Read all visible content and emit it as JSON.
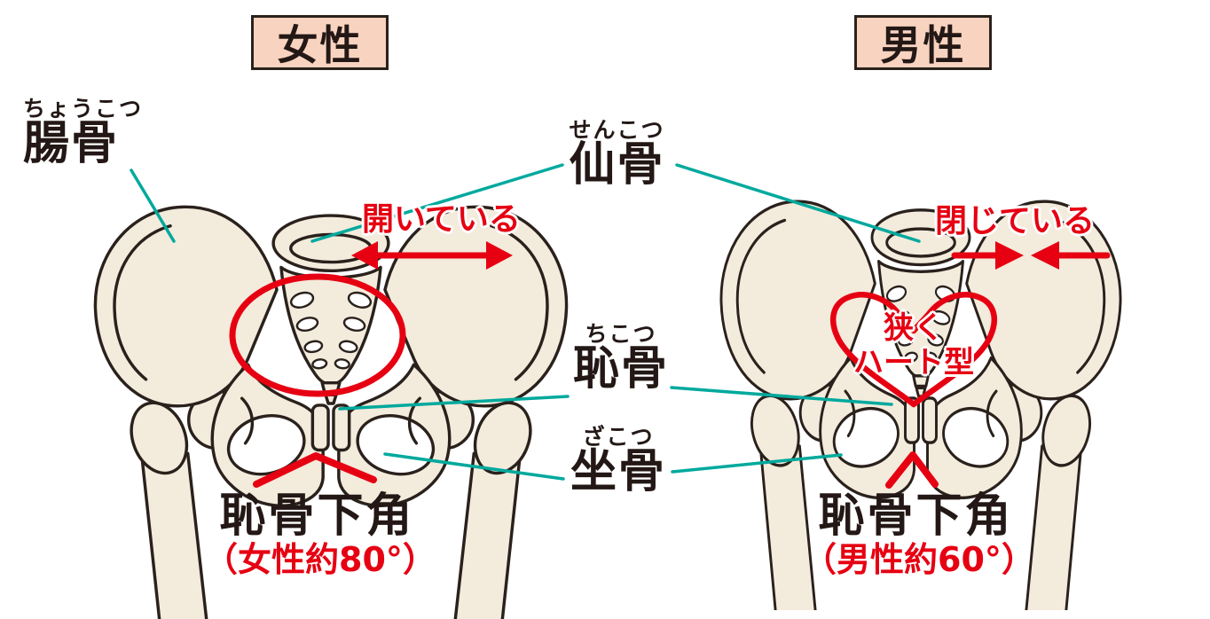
{
  "panels": {
    "female": {
      "title": "女性",
      "width_note": "開いている",
      "arch_label": "恥骨下角",
      "arch_value": "（女性約80°）"
    },
    "male": {
      "title": "男性",
      "width_note": "閉じている",
      "inlet_note_line1": "狭く",
      "inlet_note_line2": "ハート型",
      "arch_label": "恥骨下角",
      "arch_value": "（男性約60°）"
    }
  },
  "labels": {
    "ilium": {
      "furigana": "ちょうこつ",
      "kanji": "腸骨"
    },
    "sacrum": {
      "furigana": "せんこつ",
      "kanji": "仙骨"
    },
    "pubis": {
      "furigana": "ちこつ",
      "kanji": "恥骨"
    },
    "ischium": {
      "furigana": "ざこつ",
      "kanji": "坐骨"
    }
  },
  "colors": {
    "annotation_red": "#e60012",
    "leader_teal": "#00a99d",
    "bone_fill": "#f3ebdc",
    "line_dark": "#2a211c",
    "title_bg": "#f8d3c0"
  }
}
